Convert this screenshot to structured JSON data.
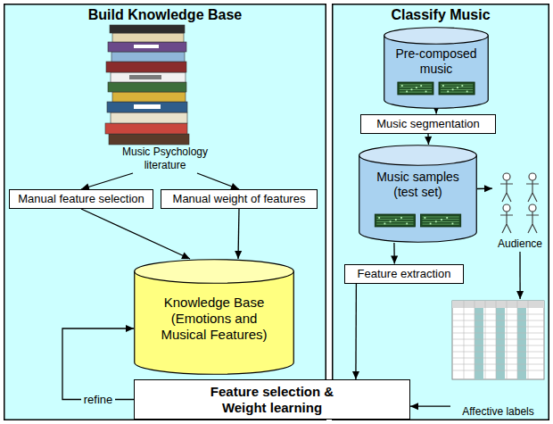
{
  "diagram": {
    "nodes": [
      {
        "text": [
          "Build Knowledge Base"
        ]
      },
      {
        "text": [
          "Music Psychology literature"
        ],
        "in": 0
      },
      {
        "text": [
          "Manual feature selection"
        ],
        "in": 0
      },
      {
        "text": [
          "Manual weight of features"
        ],
        "in": 0
      },
      {
        "text": [
          "Knowledge Base (Emotions and Musical Features)"
        ],
        "in": 0
      },
      {
        "text": [
          "Classify Music"
        ]
      },
      {
        "text": [
          "Pre-composed music"
        ],
        "in": 5
      },
      {
        "text": [
          "Music segmentation"
        ],
        "in": 5
      },
      {
        "text": [
          "Music samples (test set)"
        ],
        "in": 5
      },
      {
        "text": [
          "Audience"
        ],
        "in": 5
      },
      {
        "text": [
          "Feature extraction"
        ],
        "in": 5
      },
      {
        "text": [
          "Affective labels"
        ],
        "in": 5
      },
      {
        "text": [
          "Feature selection & Weight learning"
        ]
      }
    ],
    "edges": [
      {
        "from": 1,
        "to": 2,
        "arrow": "to"
      },
      {
        "from": 1,
        "to": 3,
        "arrow": "to"
      },
      {
        "from": 2,
        "to": 4,
        "arrow": "to"
      },
      {
        "from": 3,
        "to": 4,
        "arrow": "to"
      },
      {
        "from": 6,
        "to": 7,
        "arrow": "to"
      },
      {
        "from": 7,
        "to": 8,
        "arrow": "to"
      },
      {
        "from": 8,
        "to": 10,
        "arrow": "to"
      },
      {
        "from": 8,
        "to": 9,
        "arrow": "to"
      },
      {
        "from": 9,
        "to": 11,
        "arrow": "to"
      },
      {
        "from": 10,
        "to": 12,
        "arrow": "to"
      },
      {
        "from": 11,
        "to": 12,
        "arrow": "to"
      },
      {
        "from": 12,
        "to": 4,
        "label": "refine",
        "arrow": "to"
      }
    ]
  }
}
